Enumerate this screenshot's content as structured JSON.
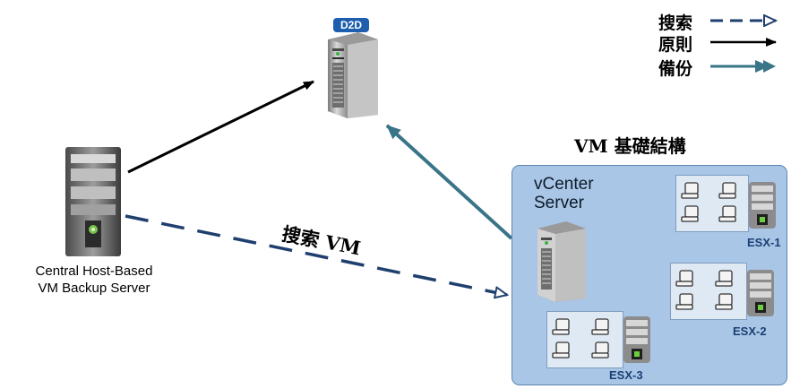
{
  "legend": {
    "search_label": "搜索",
    "policy_label": "原則",
    "backup_label": "備份"
  },
  "d2d": {
    "badge": "D2D"
  },
  "backup_server": {
    "caption_line1": "Central Host-Based",
    "caption_line2": "VM Backup Server"
  },
  "connection": {
    "search_vm_label": "搜索 VM"
  },
  "infrastructure": {
    "title": "VM 基礎結構",
    "vcenter_line1": "vCenter",
    "vcenter_line2": "Server",
    "hosts": [
      {
        "label": "ESX-1"
      },
      {
        "label": "ESX-2"
      },
      {
        "label": "ESX-3"
      }
    ]
  },
  "colors": {
    "search_line": "#1f3f6e",
    "policy_line": "#000000",
    "backup_line": "#3a7487",
    "infra_fill": "#a9c6e6",
    "d2d_badge": "#1d5fae"
  },
  "icons": [
    "server-tower-icon",
    "storage-server-icon",
    "vm-workstation-icon"
  ]
}
